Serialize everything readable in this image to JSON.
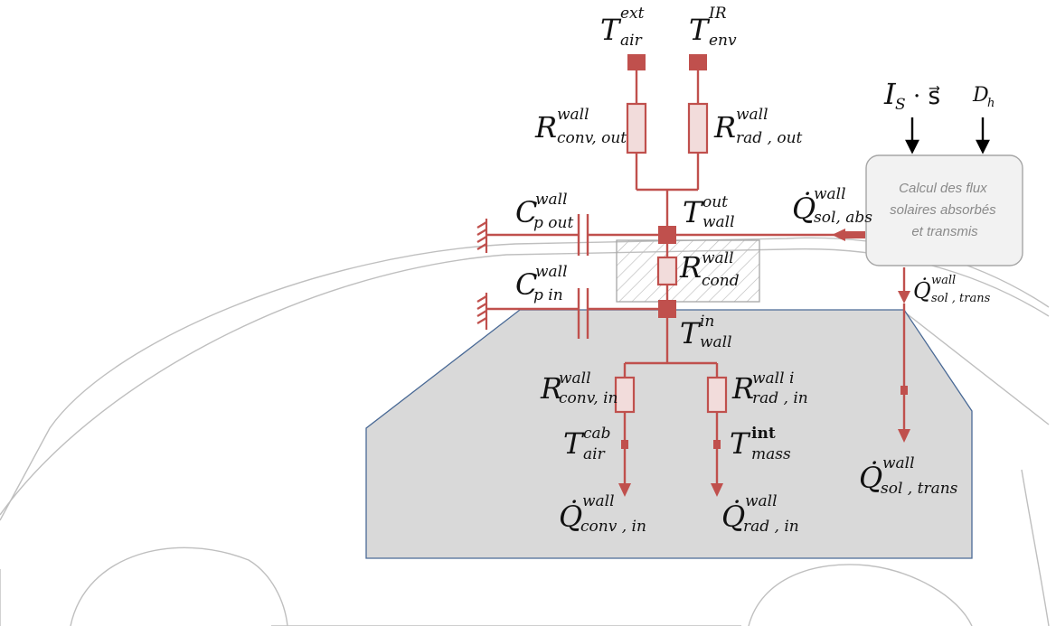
{
  "colors": {
    "circuit": "#c0504d",
    "resistor_fill": "#f2dcdb",
    "cabin_fill": "#d9d9d9",
    "cabin_stroke": "#4a6a96",
    "car_outline": "#bfbfbf",
    "box_fill": "#f2f2f2",
    "box_stroke": "#a6a6a6",
    "input_arrow": "#000000"
  },
  "labels": {
    "t_air_ext": {
      "main": "T",
      "sup": "ext",
      "sub": "air"
    },
    "t_env_ir": {
      "main": "T",
      "sup": "IR",
      "sub": "env"
    },
    "r_conv_out": {
      "main": "R",
      "sup": "wall",
      "sub": "conv, out"
    },
    "r_rad_out": {
      "main": "R",
      "sup": "wall",
      "sub": "rad , out"
    },
    "t_wall_out": {
      "main": "T",
      "sup": "out",
      "sub": "wall"
    },
    "q_sol_abs": {
      "main": "Q̇",
      "sup": "wall",
      "sub": "sol, abs"
    },
    "cp_out": {
      "main": "C",
      "sup": "wall",
      "sub": "p  out"
    },
    "cp_in": {
      "main": "C",
      "sup": "wall",
      "sub": "p  in"
    },
    "r_cond": {
      "main": "R",
      "sup": "wall",
      "sub": "cond"
    },
    "t_wall_in": {
      "main": "T",
      "sup": "in",
      "sub": "wall"
    },
    "r_conv_in": {
      "main": "R",
      "sup": "wall",
      "sub": "conv, in"
    },
    "r_rad_in": {
      "main": "R",
      "sup": "wall i",
      "sub": "rad , in"
    },
    "t_air_cab": {
      "main": "T",
      "sup": "cab",
      "sub": "air"
    },
    "t_mass_int": {
      "main": "T",
      "sup": "int",
      "sub": "mass"
    },
    "q_conv_in": {
      "main": "Q̇",
      "sup": "wall",
      "sub": "conv , in"
    },
    "q_rad_in": {
      "main": "Q̇",
      "sup": "wall",
      "sub": "rad , in"
    },
    "q_sol_trans_small": {
      "main": "Q̇",
      "sup": "wall",
      "sub": "sol , trans"
    },
    "q_sol_trans": {
      "main": "Q̇",
      "sup": "wall",
      "sub": "sol , trans"
    },
    "i_s": {
      "main": "I",
      "sub": "S",
      "suffix": "· s⃗"
    },
    "d_h": {
      "main": "D",
      "sub": "h"
    }
  },
  "solar_box": {
    "line1": "Calcul des flux",
    "line2": "solaires absorbés",
    "line3": "et transmis"
  }
}
